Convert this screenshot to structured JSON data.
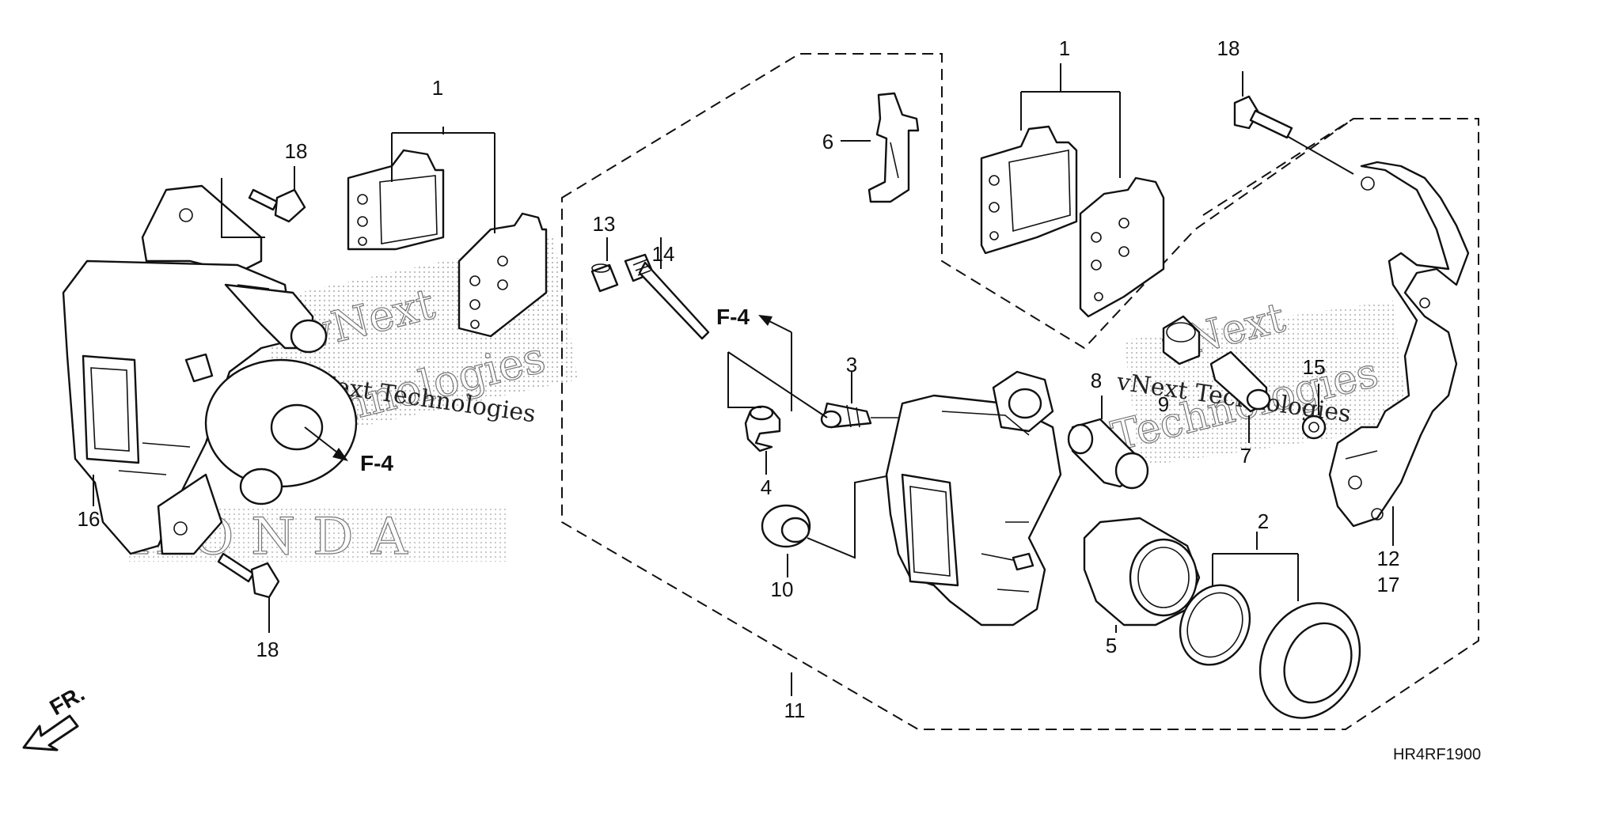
{
  "diagram": {
    "code": "HR4RF1900",
    "direction_label": "FR.",
    "ref_label": "F-4",
    "watermark": {
      "brand": "vNext Technologies",
      "line1": "vNext",
      "line2": "Technologies",
      "logo_text": "HONDA"
    },
    "callouts": {
      "c1_left": "1",
      "c18_upper": "18",
      "c16": "16",
      "c18_lower": "18",
      "c6": "6",
      "c1_right": "1",
      "c18_right": "18",
      "c13": "13",
      "c14": "14",
      "c3": "3",
      "c4": "4",
      "c10": "10",
      "c8": "8",
      "c9": "9",
      "c15": "15",
      "c7": "7",
      "c2": "2",
      "c5": "5",
      "c12": "12",
      "c17": "17",
      "c11": "11"
    }
  }
}
